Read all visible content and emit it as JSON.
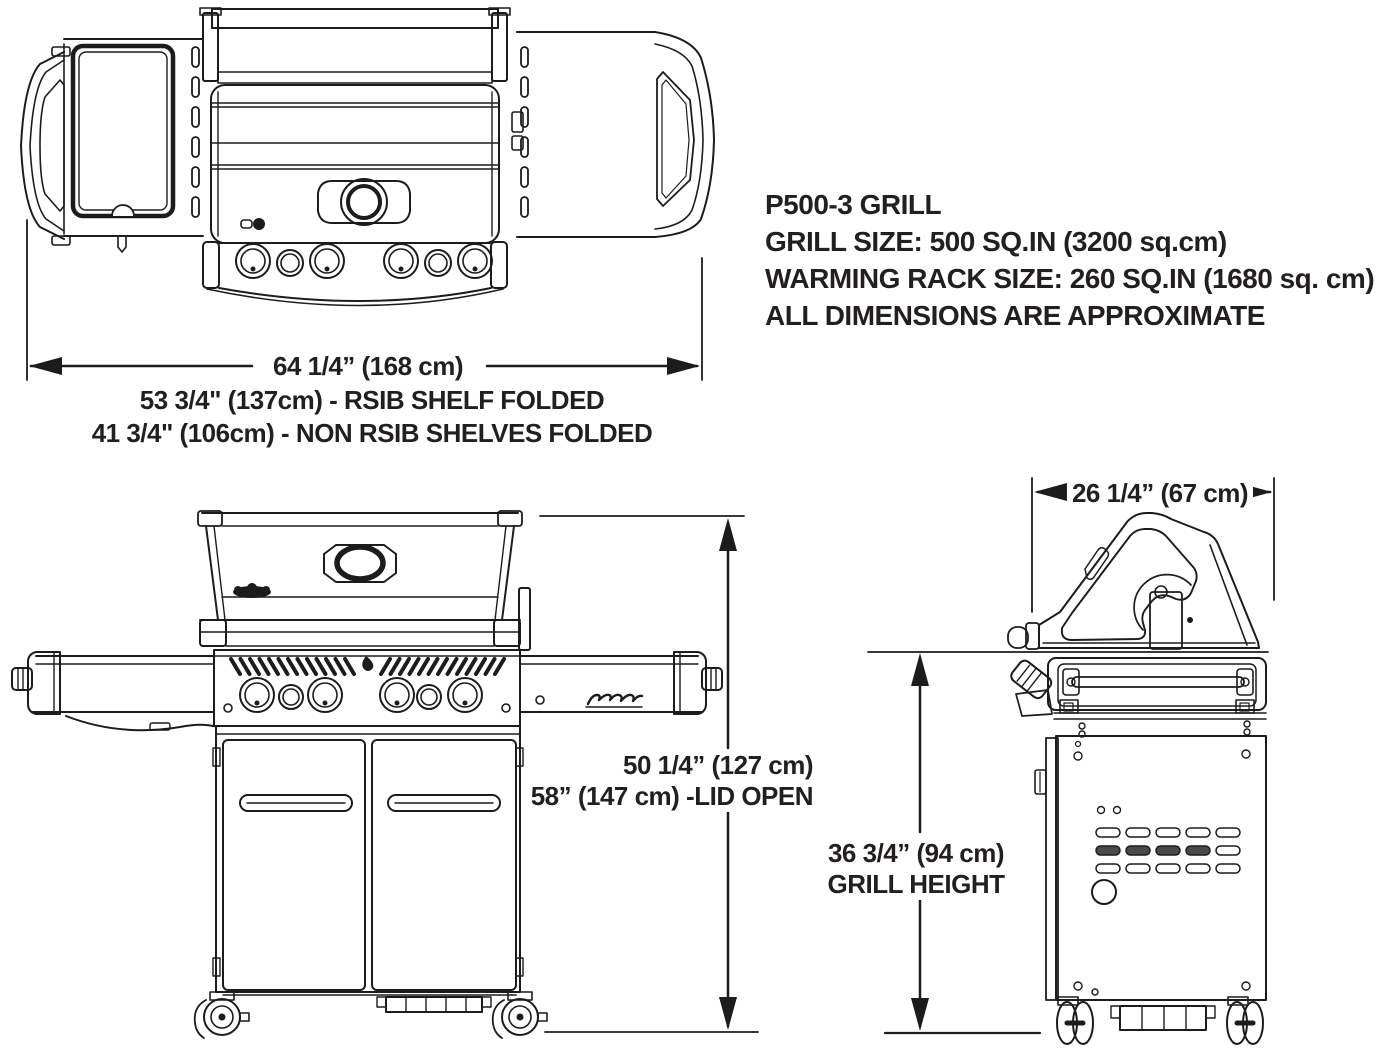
{
  "title_block": {
    "model": "P500-3 GRILL",
    "grill_size": "GRILL SIZE: 500 SQ.IN (3200 sq.cm)",
    "warming_rack": "WARMING RACK SIZE: 260 SQ.IN (1680 sq. cm)",
    "note": "ALL DIMENSIONS ARE APPROXIMATE"
  },
  "dimensions": {
    "overall_width": "64 1/4” (168 cm)",
    "width_rsib_shelf_folded": "53 3/4\" (137cm) - RSIB SHELF FOLDED",
    "width_non_rsib_shelves_folded": "41 3/4\" (106cm) - NON RSIB SHELVES FOLDED",
    "height_lid_closed": "50 1/4” (127 cm)",
    "height_lid_open": "58” (147 cm) -LID OPEN",
    "depth": "26 1/4” (67 cm)",
    "grill_height_value": "36 3/4” (94 cm)",
    "grill_height_label": "GRILL HEIGHT"
  },
  "colors": {
    "line": "#1c1c1c",
    "text": "#231f20",
    "background": "#ffffff"
  }
}
